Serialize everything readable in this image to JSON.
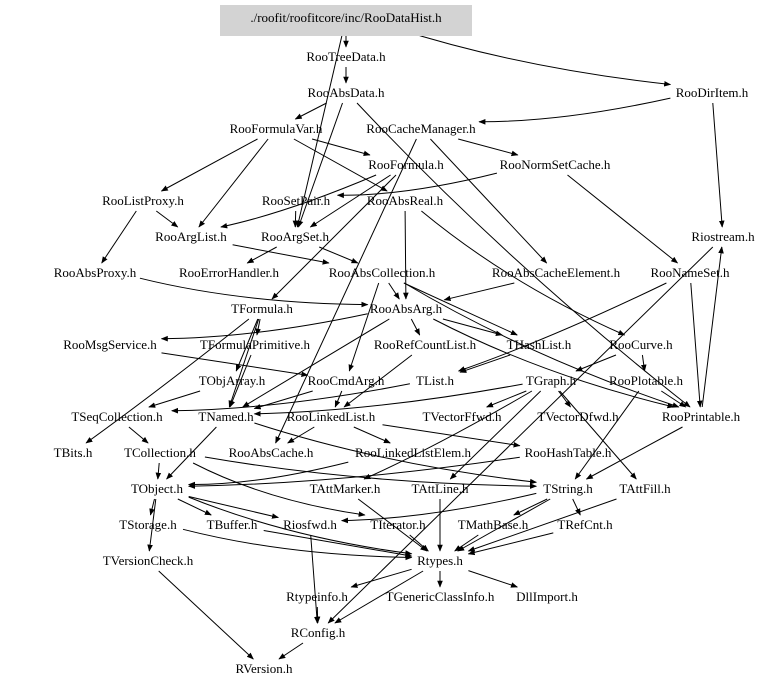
{
  "graph": {
    "title": "Include dependency graph for RooDataHist.h",
    "root_fill": "#d3d3d3",
    "nodes": [
      {
        "id": "root",
        "label": "./roofit/roofitcore/inc/RooDataHist.h",
        "root": true
      },
      {
        "id": "RooTreeData",
        "label": "RooTreeData.h"
      },
      {
        "id": "RooDirItem",
        "label": "RooDirItem.h"
      },
      {
        "id": "RooAbsData",
        "label": "RooAbsData.h"
      },
      {
        "id": "RooFormulaVar",
        "label": "RooFormulaVar.h"
      },
      {
        "id": "RooCacheManager",
        "label": "RooCacheManager.h"
      },
      {
        "id": "RooFormula",
        "label": "RooFormula.h"
      },
      {
        "id": "RooNormSetCache",
        "label": "RooNormSetCache.h"
      },
      {
        "id": "RooListProxy",
        "label": "RooListProxy.h"
      },
      {
        "id": "RooSetPair",
        "label": "RooSetPair.h"
      },
      {
        "id": "RooAbsReal",
        "label": "RooAbsReal.h"
      },
      {
        "id": "Riostream",
        "label": "Riostream.h"
      },
      {
        "id": "RooArgList",
        "label": "RooArgList.h"
      },
      {
        "id": "RooArgSet",
        "label": "RooArgSet.h"
      },
      {
        "id": "RooAbsProxy",
        "label": "RooAbsProxy.h"
      },
      {
        "id": "RooErrorHandler",
        "label": "RooErrorHandler.h"
      },
      {
        "id": "RooAbsCollection",
        "label": "RooAbsCollection.h"
      },
      {
        "id": "RooAbsCacheElement",
        "label": "RooAbsCacheElement.h"
      },
      {
        "id": "RooNameSet",
        "label": "RooNameSet.h"
      },
      {
        "id": "TFormula",
        "label": "TFormula.h"
      },
      {
        "id": "RooAbsArg",
        "label": "RooAbsArg.h"
      },
      {
        "id": "RooMsgService",
        "label": "RooMsgService.h"
      },
      {
        "id": "TFormulaPrimitive",
        "label": "TFormulaPrimitive.h"
      },
      {
        "id": "RooRefCountList",
        "label": "RooRefCountList.h"
      },
      {
        "id": "THashList",
        "label": "THashList.h"
      },
      {
        "id": "RooCurve",
        "label": "RooCurve.h"
      },
      {
        "id": "TObjArray",
        "label": "TObjArray.h"
      },
      {
        "id": "RooCmdArg",
        "label": "RooCmdArg.h"
      },
      {
        "id": "TList",
        "label": "TList.h"
      },
      {
        "id": "TGraph",
        "label": "TGraph.h"
      },
      {
        "id": "RooPlotable",
        "label": "RooPlotable.h"
      },
      {
        "id": "TSeqCollection",
        "label": "TSeqCollection.h"
      },
      {
        "id": "TNamed",
        "label": "TNamed.h"
      },
      {
        "id": "RooLinkedList",
        "label": "RooLinkedList.h"
      },
      {
        "id": "TVectorFfwd",
        "label": "TVectorFfwd.h"
      },
      {
        "id": "TVectorDfwd",
        "label": "TVectorDfwd.h"
      },
      {
        "id": "RooPrintable",
        "label": "RooPrintable.h"
      },
      {
        "id": "TBits",
        "label": "TBits.h"
      },
      {
        "id": "TCollection",
        "label": "TCollection.h"
      },
      {
        "id": "RooAbsCache",
        "label": "RooAbsCache.h"
      },
      {
        "id": "RooLinkedListElem",
        "label": "RooLinkedListElem.h"
      },
      {
        "id": "RooHashTable",
        "label": "RooHashTable.h"
      },
      {
        "id": "TObject",
        "label": "TObject.h"
      },
      {
        "id": "TAttMarker",
        "label": "TAttMarker.h"
      },
      {
        "id": "TAttLine",
        "label": "TAttLine.h"
      },
      {
        "id": "TString",
        "label": "TString.h"
      },
      {
        "id": "TAttFill",
        "label": "TAttFill.h"
      },
      {
        "id": "TStorage",
        "label": "TStorage.h"
      },
      {
        "id": "TBuffer",
        "label": "TBuffer.h"
      },
      {
        "id": "Riosfwd",
        "label": "Riosfwd.h"
      },
      {
        "id": "TIterator",
        "label": "TIterator.h"
      },
      {
        "id": "TMathBase",
        "label": "TMathBase.h"
      },
      {
        "id": "TRefCnt",
        "label": "TRefCnt.h"
      },
      {
        "id": "TVersionCheck",
        "label": "TVersionCheck.h"
      },
      {
        "id": "Rtypes",
        "label": "Rtypes.h"
      },
      {
        "id": "Rtypeinfo",
        "label": "Rtypeinfo.h"
      },
      {
        "id": "TGenericClassInfo",
        "label": "TGenericClassInfo.h"
      },
      {
        "id": "DllImport",
        "label": "DllImport.h"
      },
      {
        "id": "RConfig",
        "label": "RConfig.h"
      },
      {
        "id": "RVersion",
        "label": "RVersion.h"
      }
    ],
    "edges": [
      [
        "root",
        "RooTreeData"
      ],
      [
        "root",
        "RooDirItem"
      ],
      [
        "root",
        "RooArgSet"
      ],
      [
        "RooTreeData",
        "RooAbsData"
      ],
      [
        "RooAbsData",
        "RooFormulaVar"
      ],
      [
        "RooAbsData",
        "RooArgSet"
      ],
      [
        "RooAbsData",
        "RooPrintable"
      ],
      [
        "RooDirItem",
        "RooCacheManager"
      ],
      [
        "RooDirItem",
        "Riostream"
      ],
      [
        "RooFormulaVar",
        "RooListProxy"
      ],
      [
        "RooFormulaVar",
        "RooFormula"
      ],
      [
        "RooFormulaVar",
        "RooArgList"
      ],
      [
        "RooFormulaVar",
        "RooAbsReal"
      ],
      [
        "RooCacheManager",
        "RooNormSetCache"
      ],
      [
        "RooCacheManager",
        "RooAbsCacheElement"
      ],
      [
        "RooCacheManager",
        "RooAbsCache"
      ],
      [
        "RooFormula",
        "TFormula"
      ],
      [
        "RooFormula",
        "RooArgSet"
      ],
      [
        "RooFormula",
        "RooArgList"
      ],
      [
        "RooNormSetCache",
        "RooNameSet"
      ],
      [
        "RooNormSetCache",
        "RooSetPair"
      ],
      [
        "RooListProxy",
        "RooAbsProxy"
      ],
      [
        "RooListProxy",
        "RooArgList"
      ],
      [
        "RooSetPair",
        "RooArgSet"
      ],
      [
        "RooAbsReal",
        "RooAbsArg"
      ],
      [
        "RooAbsReal",
        "RooCurve"
      ],
      [
        "RooArgList",
        "RooAbsCollection"
      ],
      [
        "RooArgSet",
        "RooAbsCollection"
      ],
      [
        "RooArgSet",
        "RooErrorHandler"
      ],
      [
        "RooAbsProxy",
        "RooAbsArg"
      ],
      [
        "RooAbsCollection",
        "RooAbsArg"
      ],
      [
        "RooAbsCollection",
        "THashList"
      ],
      [
        "RooAbsCollection",
        "RooPrintable"
      ],
      [
        "RooAbsCollection",
        "RooCmdArg"
      ],
      [
        "RooAbsCacheElement",
        "RooAbsArg"
      ],
      [
        "RooNameSet",
        "RooPrintable"
      ],
      [
        "RooNameSet",
        "TList"
      ],
      [
        "TFormula",
        "TFormulaPrimitive"
      ],
      [
        "TFormula",
        "TNamed"
      ],
      [
        "TFormula",
        "TBits"
      ],
      [
        "TFormula",
        "TObjArray"
      ],
      [
        "RooAbsArg",
        "RooRefCountList"
      ],
      [
        "RooAbsArg",
        "THashList"
      ],
      [
        "RooAbsArg",
        "RooPrintable"
      ],
      [
        "RooAbsArg",
        "RooMsgService"
      ],
      [
        "RooAbsArg",
        "TNamed"
      ],
      [
        "RooMsgService",
        "RooCmdArg"
      ],
      [
        "TFormulaPrimitive",
        "TNamed"
      ],
      [
        "RooRefCountList",
        "RooLinkedList"
      ],
      [
        "THashList",
        "TList"
      ],
      [
        "RooCurve",
        "TGraph"
      ],
      [
        "RooCurve",
        "RooPlotable"
      ],
      [
        "TObjArray",
        "TSeqCollection"
      ],
      [
        "RooCmdArg",
        "TNamed"
      ],
      [
        "RooCmdArg",
        "RooLinkedList"
      ],
      [
        "TList",
        "TSeqCollection"
      ],
      [
        "TGraph",
        "TNamed"
      ],
      [
        "TGraph",
        "TVectorFfwd"
      ],
      [
        "TGraph",
        "TVectorDfwd"
      ],
      [
        "TGraph",
        "TAttLine"
      ],
      [
        "TGraph",
        "TAttFill"
      ],
      [
        "TGraph",
        "TAttMarker"
      ],
      [
        "RooPlotable",
        "RooPrintable"
      ],
      [
        "RooPlotable",
        "TString"
      ],
      [
        "TSeqCollection",
        "TCollection"
      ],
      [
        "TNamed",
        "TObject"
      ],
      [
        "TNamed",
        "TString"
      ],
      [
        "RooLinkedList",
        "RooAbsCache"
      ],
      [
        "RooLinkedList",
        "RooLinkedListElem"
      ],
      [
        "RooLinkedList",
        "RooHashTable"
      ],
      [
        "RooPrintable",
        "TString"
      ],
      [
        "RooPrintable",
        "Riostream"
      ],
      [
        "TCollection",
        "TObject"
      ],
      [
        "TCollection",
        "TIterator"
      ],
      [
        "TCollection",
        "TString"
      ],
      [
        "RooLinkedListElem",
        "TObject"
      ],
      [
        "RooHashTable",
        "TObject"
      ],
      [
        "TObject",
        "TStorage"
      ],
      [
        "TObject",
        "TBuffer"
      ],
      [
        "TObject",
        "Riosfwd"
      ],
      [
        "TObject",
        "TVersionCheck"
      ],
      [
        "TObject",
        "Rtypes"
      ],
      [
        "TAttMarker",
        "Rtypes"
      ],
      [
        "TAttLine",
        "Rtypes"
      ],
      [
        "TAttFill",
        "Rtypes"
      ],
      [
        "TString",
        "TRefCnt"
      ],
      [
        "TString",
        "TMathBase"
      ],
      [
        "TString",
        "Riosfwd"
      ],
      [
        "TString",
        "Rtypes"
      ],
      [
        "TStorage",
        "Rtypes"
      ],
      [
        "TBuffer",
        "Rtypes"
      ],
      [
        "TIterator",
        "Rtypes"
      ],
      [
        "TMathBase",
        "Rtypes"
      ],
      [
        "TRefCnt",
        "Rtypes"
      ],
      [
        "Riosfwd",
        "RConfig"
      ],
      [
        "TVersionCheck",
        "RVersion"
      ],
      [
        "Rtypes",
        "Rtypeinfo"
      ],
      [
        "Rtypes",
        "TGenericClassInfo"
      ],
      [
        "Rtypes",
        "DllImport"
      ],
      [
        "Rtypes",
        "RConfig"
      ],
      [
        "Rtypeinfo",
        "RConfig"
      ],
      [
        "RConfig",
        "RVersion"
      ],
      [
        "Riostream",
        "RConfig"
      ]
    ]
  }
}
